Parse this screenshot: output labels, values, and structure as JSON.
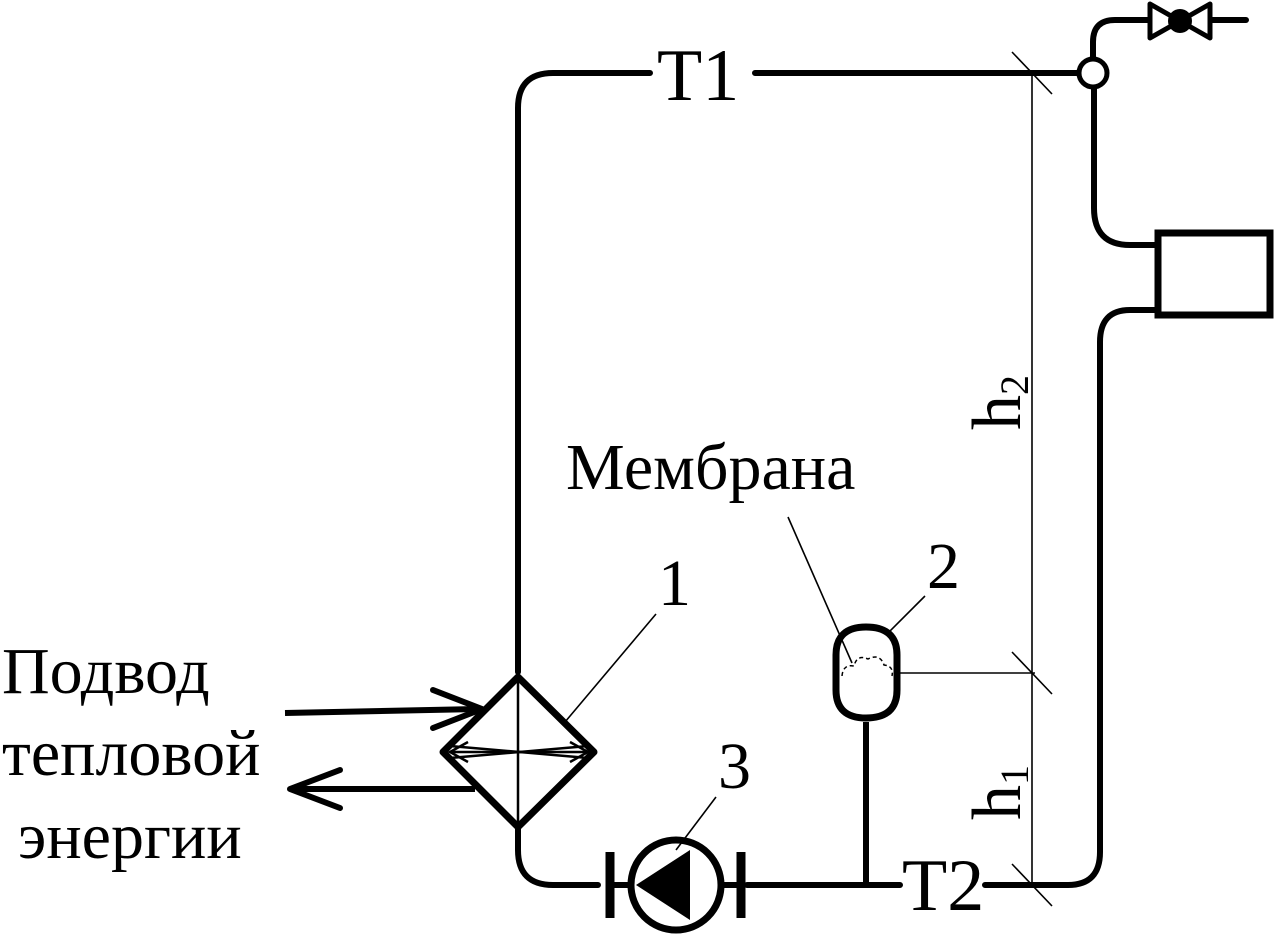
{
  "labels": {
    "t1": "T1",
    "t2": "T2",
    "membrane": "Мембрана",
    "num1": "1",
    "num2": "2",
    "num3": "3",
    "h2": "h",
    "h2_sub": "2",
    "h1": "h",
    "h1_sub": "1",
    "supply_line1": "Подвод",
    "supply_line2": "тепловой",
    "supply_line3": "энергии"
  },
  "icons": {
    "heat_exchanger": "heat-exchanger-icon",
    "expansion_tank": "membrane-expansion-tank-icon",
    "pump": "circulation-pump-icon",
    "valve": "shutoff-valve-icon",
    "air_vent": "air-vent-icon",
    "radiator": "radiator-icon"
  },
  "colors": {
    "line": "#000000",
    "background": "#ffffff"
  }
}
